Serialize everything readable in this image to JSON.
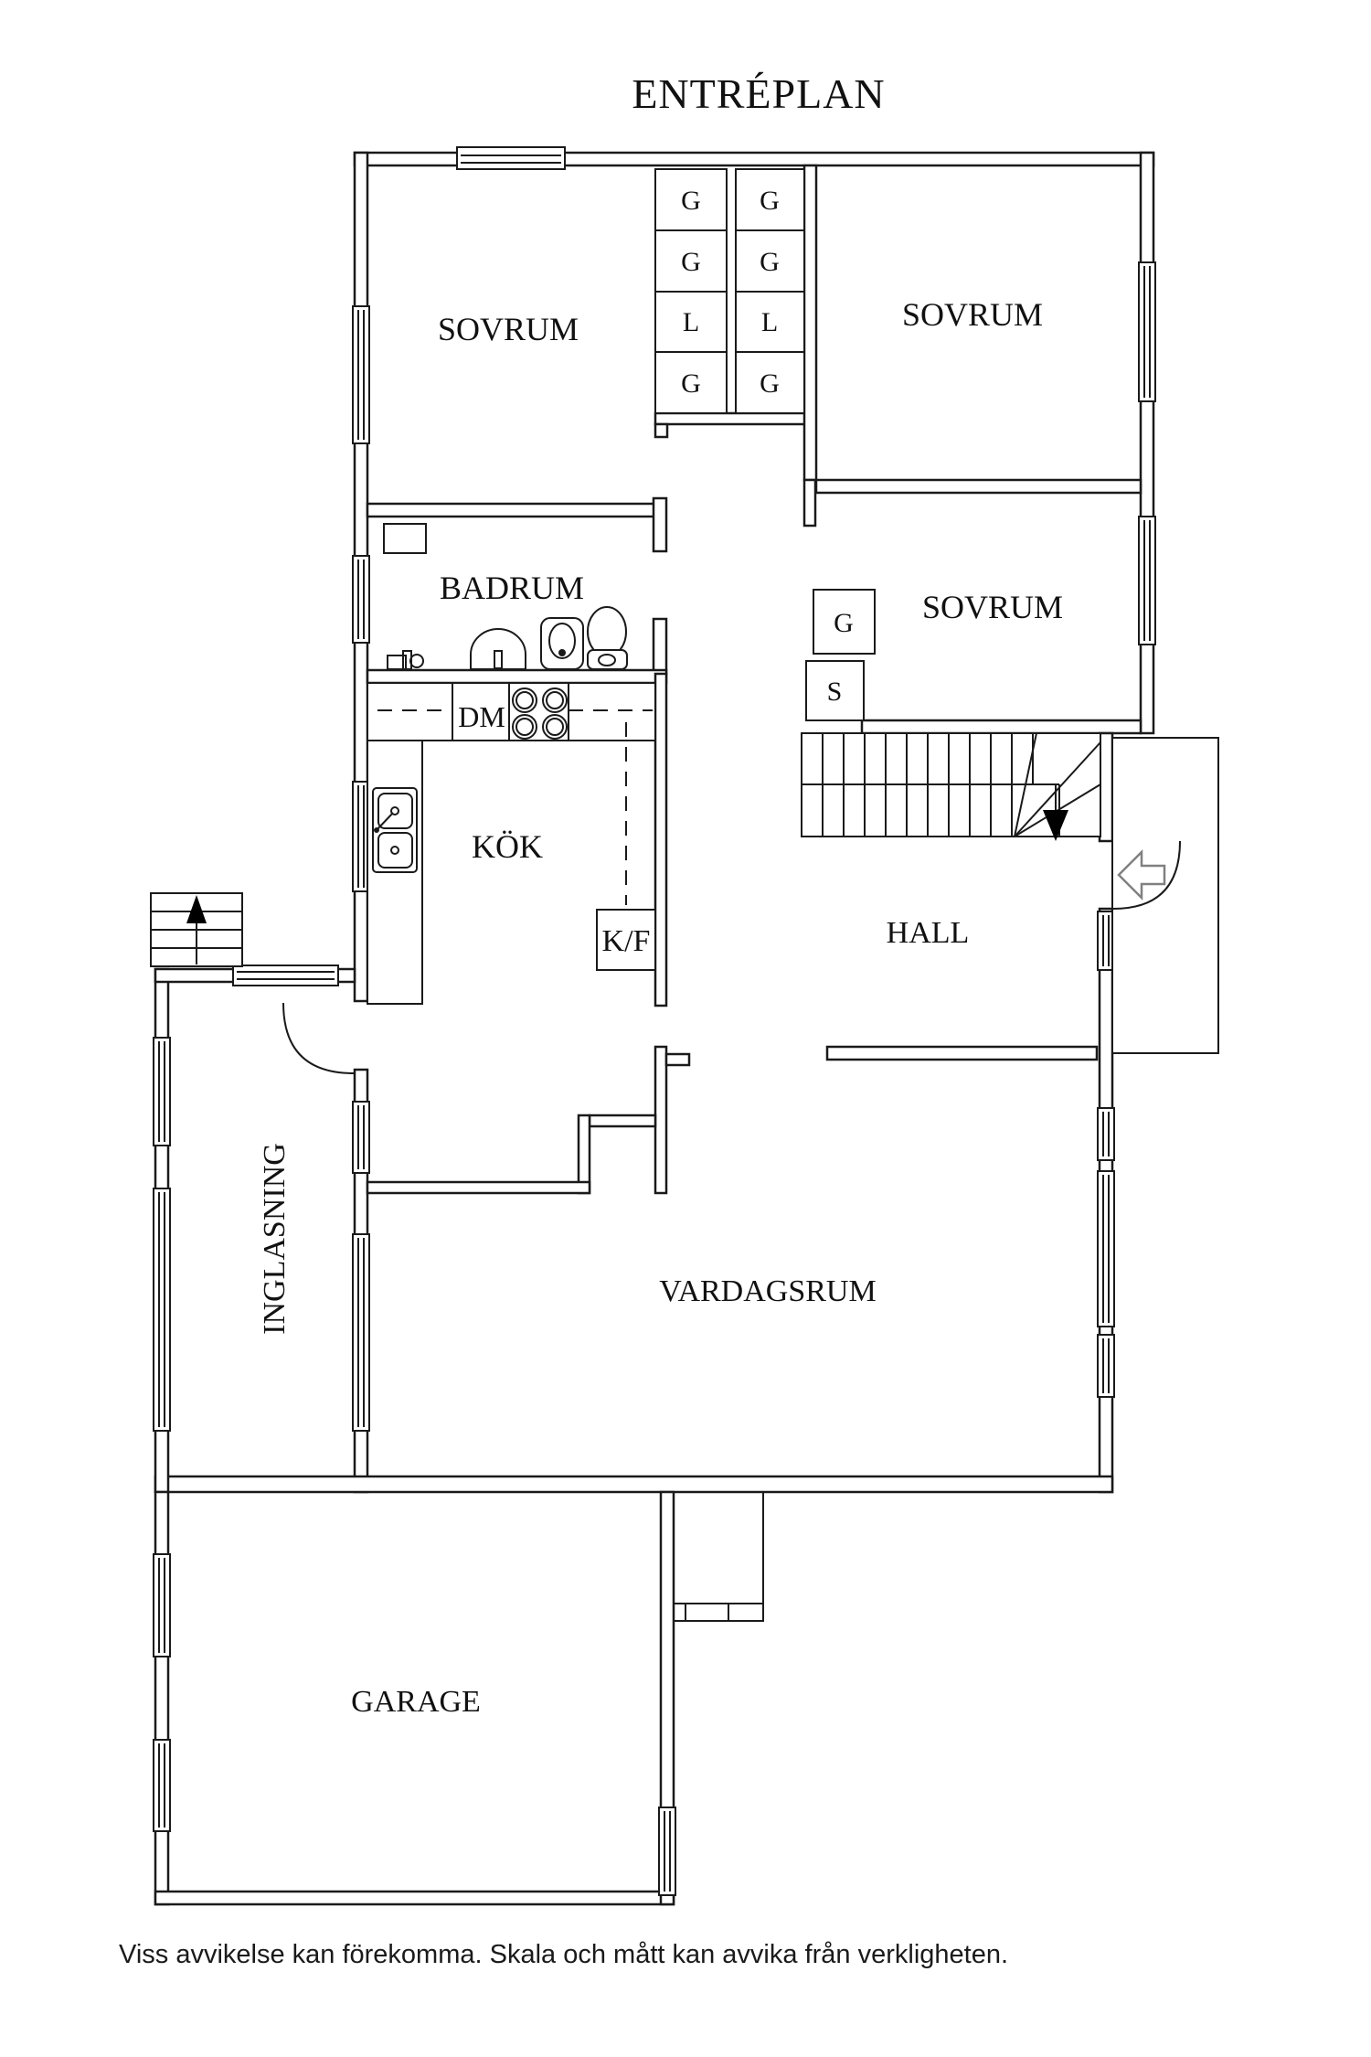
{
  "title": "ENTRÉPLAN",
  "footer": "Viss avvikelse kan förekomma. Skala och mått kan avvika från verkligheten.",
  "rooms": {
    "sovrum1": "SOVRUM",
    "sovrum2": "SOVRUM",
    "sovrum3": "SOVRUM",
    "badrum": "BADRUM",
    "kok": "KÖK",
    "hall": "HALL",
    "vardagsrum": "VARDAGSRUM",
    "inglasning": "INGLASNING",
    "garage": "GARAGE"
  },
  "closets": {
    "col1": [
      "G",
      "G",
      "L",
      "G"
    ],
    "col2": [
      "G",
      "G",
      "L",
      "G"
    ],
    "bedroom3": [
      "G",
      "S"
    ]
  },
  "appliances": {
    "dishwasher": "DM",
    "fridge_freezer": "K/F"
  },
  "icons": [
    "stairs-down-arrow-icon",
    "steps-up-arrow-icon",
    "entrance-arrow-icon",
    "toilet-icon",
    "bidet-icon",
    "bathroom-sink-icon",
    "laundry-items-icon",
    "kitchen-sink-icon",
    "stove-icon",
    "door-arc"
  ],
  "colors": {
    "background": "#ffffff",
    "line": "#1a1a1a",
    "stair_arrow": "#000000",
    "entry_arrow": "#808080"
  }
}
